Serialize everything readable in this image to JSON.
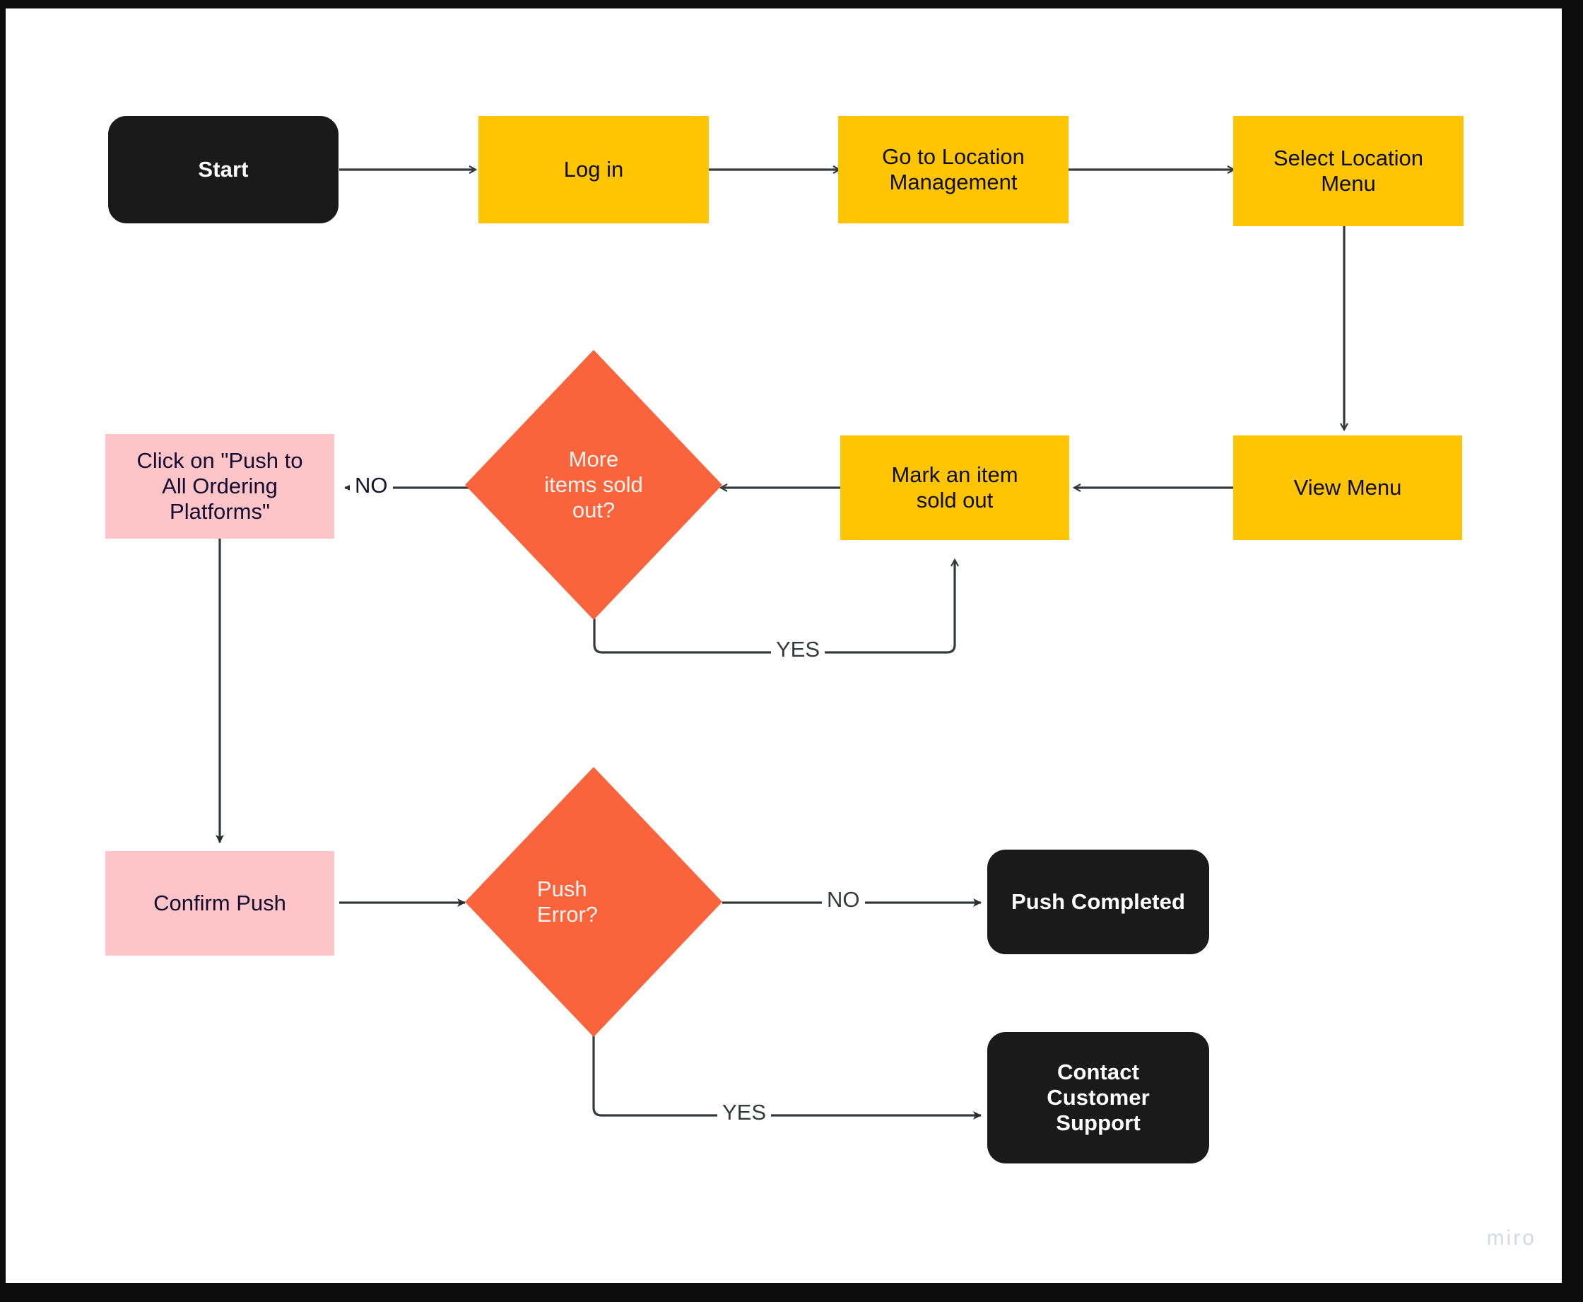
{
  "canvas": {
    "background": "#ffffff",
    "frame_color": "#0d0d0d",
    "watermark": "miro"
  },
  "palette": {
    "terminal_fill": "#1a1a1a",
    "terminal_text": "#ffffff",
    "process_fill": "#ffc502",
    "process_text": "#0d0d15",
    "pink_fill": "#fdc5c7",
    "pink_text": "#130b30",
    "decision_fill": "#f9643d",
    "decision_text": "#fdf3ef",
    "edge_stroke": "#36393c"
  },
  "nodes": {
    "start": {
      "label": "Start",
      "type": "terminal"
    },
    "login": {
      "label": "Log in",
      "type": "process"
    },
    "location_management": {
      "label": "Go to Location\nManagement",
      "type": "process"
    },
    "select_location_menu": {
      "label": "Select Location\nMenu",
      "type": "process"
    },
    "view_menu": {
      "label": "View Menu",
      "type": "process"
    },
    "mark_item_sold_out": {
      "label": "Mark an item\nsold out",
      "type": "process"
    },
    "more_items_sold_out": {
      "label": "More\nitems sold\nout?",
      "type": "decision"
    },
    "click_push": {
      "label": "Click on \"Push to\nAll Ordering\nPlatforms\"",
      "type": "pink"
    },
    "confirm_push": {
      "label": "Confirm Push",
      "type": "pink"
    },
    "push_error": {
      "label": "Push\nError?",
      "type": "decision"
    },
    "push_completed": {
      "label": "Push Completed",
      "type": "terminal"
    },
    "contact_support": {
      "label": "Contact\nCustomer\nSupport",
      "type": "terminal"
    }
  },
  "edge_labels": {
    "no_more_items": "NO",
    "yes_more_items": "YES",
    "no_push_error": "NO",
    "yes_push_error": "YES"
  },
  "flow": {
    "edges": [
      {
        "from": "start",
        "to": "login",
        "label": ""
      },
      {
        "from": "login",
        "to": "location_management",
        "label": ""
      },
      {
        "from": "location_management",
        "to": "select_location_menu",
        "label": ""
      },
      {
        "from": "select_location_menu",
        "to": "view_menu",
        "label": ""
      },
      {
        "from": "view_menu",
        "to": "mark_item_sold_out",
        "label": ""
      },
      {
        "from": "mark_item_sold_out",
        "to": "more_items_sold_out",
        "label": ""
      },
      {
        "from": "more_items_sold_out",
        "to": "click_push",
        "label": "NO"
      },
      {
        "from": "more_items_sold_out",
        "to": "mark_item_sold_out",
        "label": "YES"
      },
      {
        "from": "click_push",
        "to": "confirm_push",
        "label": ""
      },
      {
        "from": "confirm_push",
        "to": "push_error",
        "label": ""
      },
      {
        "from": "push_error",
        "to": "push_completed",
        "label": "NO"
      },
      {
        "from": "push_error",
        "to": "contact_support",
        "label": "YES"
      }
    ]
  }
}
